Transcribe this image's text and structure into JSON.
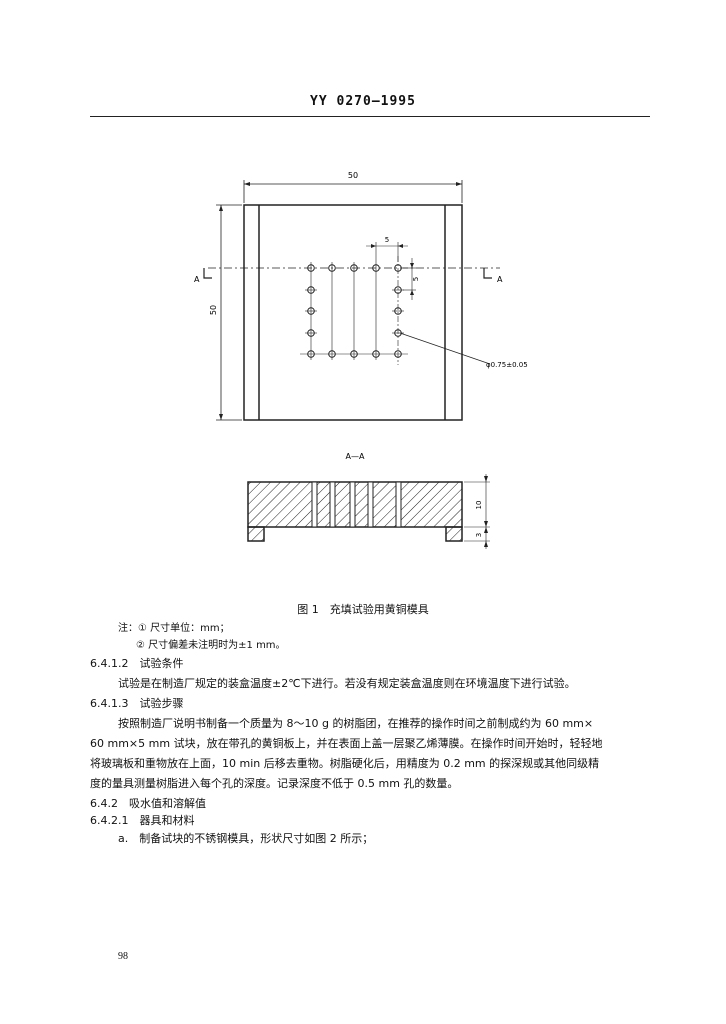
{
  "header": {
    "standard": "YY 0270—1995"
  },
  "figure": {
    "dim_width": "50",
    "dim_height": "50",
    "dim_pitch_h": "5",
    "dim_pitch_v": "5",
    "section_mark_left": "A",
    "section_mark_right": "A",
    "hole_callout": "φ0.75±0.05",
    "section_title": "A—A",
    "dim_thickness": "10",
    "dim_foot": "3",
    "caption": "图 1　充填试验用黄铜模具",
    "note_1": "注：① 尺寸单位：mm；",
    "note_2": "② 尺寸偏差未注明时为±1 mm。"
  },
  "sections": {
    "s_6412_title": "6.4.1.2　试验条件",
    "s_6412_text": "试验是在制造厂规定的装盒温度±2℃下进行。若没有规定装盒温度则在环境温度下进行试验。",
    "s_6413_title": "6.4.1.3　试验步骤",
    "s_6413_line1": "按照制造厂说明书制备一个质量为 8～10 g 的树脂团，在推荐的操作时间之前制成约为 60 mm×",
    "s_6413_line2": "60 mm×5 mm 试块，放在带孔的黄铜板上，并在表面上盖一层聚乙烯薄膜。在操作时间开始时，轻轻地",
    "s_6413_line3": "将玻璃板和重物放在上面，10 min 后移去重物。树脂硬化后，用精度为 0.2 mm 的探深规或其他同级精",
    "s_6413_line4": "度的量具测量树脂进入每个孔的深度。记录深度不低于 0.5 mm 孔的数量。",
    "s_642_title": "6.4.2　吸水值和溶解值",
    "s_6421_title": "6.4.2.1　器具和材料",
    "s_6421_item_a": "a.　制备试块的不锈钢模具，形状尺寸如图 2 所示；"
  },
  "page_number": "98"
}
